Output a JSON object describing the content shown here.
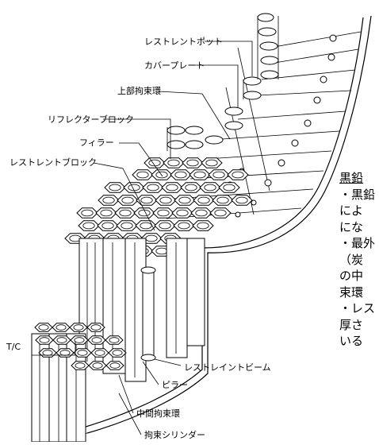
{
  "labels": {
    "restraint_pot": "レストレントポット",
    "cover_plate": "カバープレート",
    "upper_restraint_ring": "上部拘束環",
    "reflector_block": "リフレクターブロック",
    "filler": "フィラー",
    "restraint_block": "レストレントブロック",
    "tc": "T/C",
    "restraint_beam": "レストレイントビーム",
    "pillar": "ピラー",
    "middle_restraint_ring": "中間拘束環",
    "restraint_cylinder": "拘束シリンダー"
  },
  "side_text": {
    "title": "黒鉛",
    "lines": [
      "・黒鉛",
      "によ",
      "にな",
      "・最外",
      "（炭",
      "の中",
      "束環",
      "・レス",
      "厚さ",
      "いる"
    ]
  }
}
